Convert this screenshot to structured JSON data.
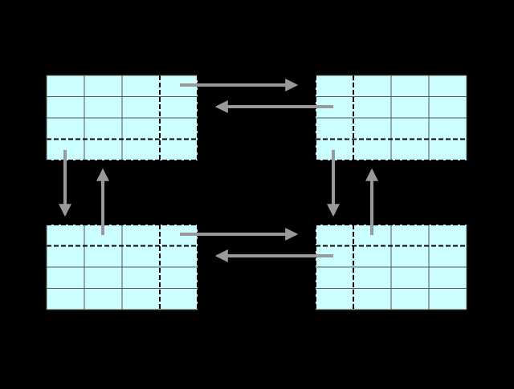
{
  "colors": {
    "background": "#000000",
    "cell_fill": "#ccffff",
    "grid_line": "#555555",
    "arrow": "#999999"
  },
  "grids": [
    {
      "name": "grid-top-left",
      "rows": 4,
      "cols": 4,
      "ghost_row": "bottom",
      "ghost_col": "right"
    },
    {
      "name": "grid-top-right",
      "rows": 4,
      "cols": 4,
      "ghost_row": "bottom",
      "ghost_col": "left"
    },
    {
      "name": "grid-bottom-left",
      "rows": 4,
      "cols": 4,
      "ghost_row": "top",
      "ghost_col": "right"
    },
    {
      "name": "grid-bottom-right",
      "rows": 4,
      "cols": 4,
      "ghost_row": "top",
      "ghost_col": "left"
    }
  ],
  "arrows": [
    {
      "name": "arrow-top-left-to-top-right",
      "from": "grid-top-left",
      "to": "grid-top-right"
    },
    {
      "name": "arrow-top-right-to-top-left",
      "from": "grid-top-right",
      "to": "grid-top-left"
    },
    {
      "name": "arrow-bottom-left-to-bottom-right",
      "from": "grid-bottom-left",
      "to": "grid-bottom-right"
    },
    {
      "name": "arrow-bottom-right-to-bottom-left",
      "from": "grid-bottom-right",
      "to": "grid-bottom-left"
    },
    {
      "name": "arrow-top-left-to-bottom-left",
      "from": "grid-top-left",
      "to": "grid-bottom-left"
    },
    {
      "name": "arrow-bottom-left-to-top-left",
      "from": "grid-bottom-left",
      "to": "grid-top-left"
    },
    {
      "name": "arrow-top-right-to-bottom-right",
      "from": "grid-top-right",
      "to": "grid-bottom-right"
    },
    {
      "name": "arrow-bottom-right-to-top-right",
      "from": "grid-bottom-right",
      "to": "grid-top-right"
    }
  ]
}
